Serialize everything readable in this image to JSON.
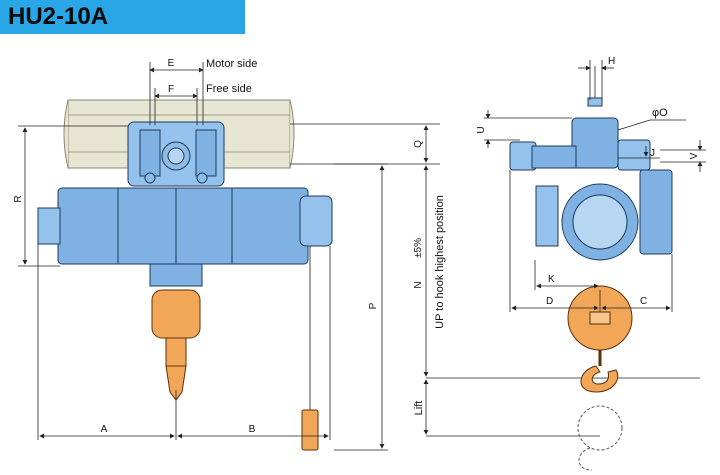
{
  "title": "HU2-10A",
  "labels": {
    "motor_side": "Motor side",
    "free_side": "Free side",
    "E": "E",
    "F": "F",
    "R": "R",
    "A": "A",
    "B": "B",
    "P": "P",
    "Q": "Q",
    "N": "N",
    "tolerance": "±5%",
    "up_to_hook": "UP to hook highest position",
    "lift": "Lift",
    "H": "H",
    "U": "U",
    "phi_O": "φO",
    "J": "J",
    "V": "V",
    "K": "K",
    "D": "D",
    "C": "C"
  },
  "colors": {
    "title_bar": "#29a6e6",
    "hoist_body": "#7fb2e3",
    "hook_block": "#f2a758",
    "rail": "#e7e6d3"
  }
}
